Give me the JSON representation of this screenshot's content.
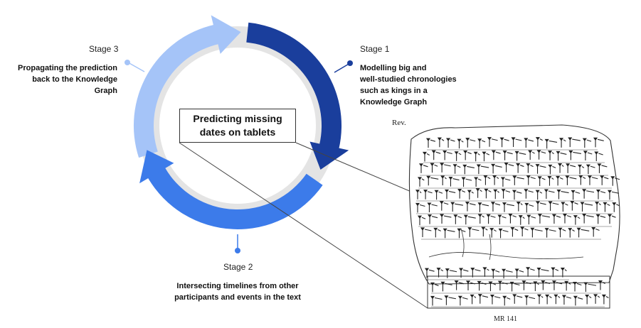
{
  "center": {
    "line1": "Predicting missing",
    "line2": "dates on tablets"
  },
  "stages": [
    {
      "title": "Stage 1",
      "lines": [
        "Modelling big and",
        "well-studied chronologies",
        "such as kings in a",
        "Knowledge Graph"
      ],
      "color": "#1A3E9C"
    },
    {
      "title": "Stage 2",
      "lines": [
        "Intersecting timelines from other",
        "participants and events in the text"
      ],
      "color": "#3C7BEA"
    },
    {
      "title": "Stage 3",
      "lines": [
        "Propagating the prediction",
        "back to the Knowledge Graph"
      ],
      "color": "#A5C4F8"
    }
  ],
  "tablet": {
    "side_label": "Rev.",
    "caption": "MR 141"
  },
  "colors": {
    "inner_ring": "#E4E4E4",
    "connector": "#444444"
  }
}
